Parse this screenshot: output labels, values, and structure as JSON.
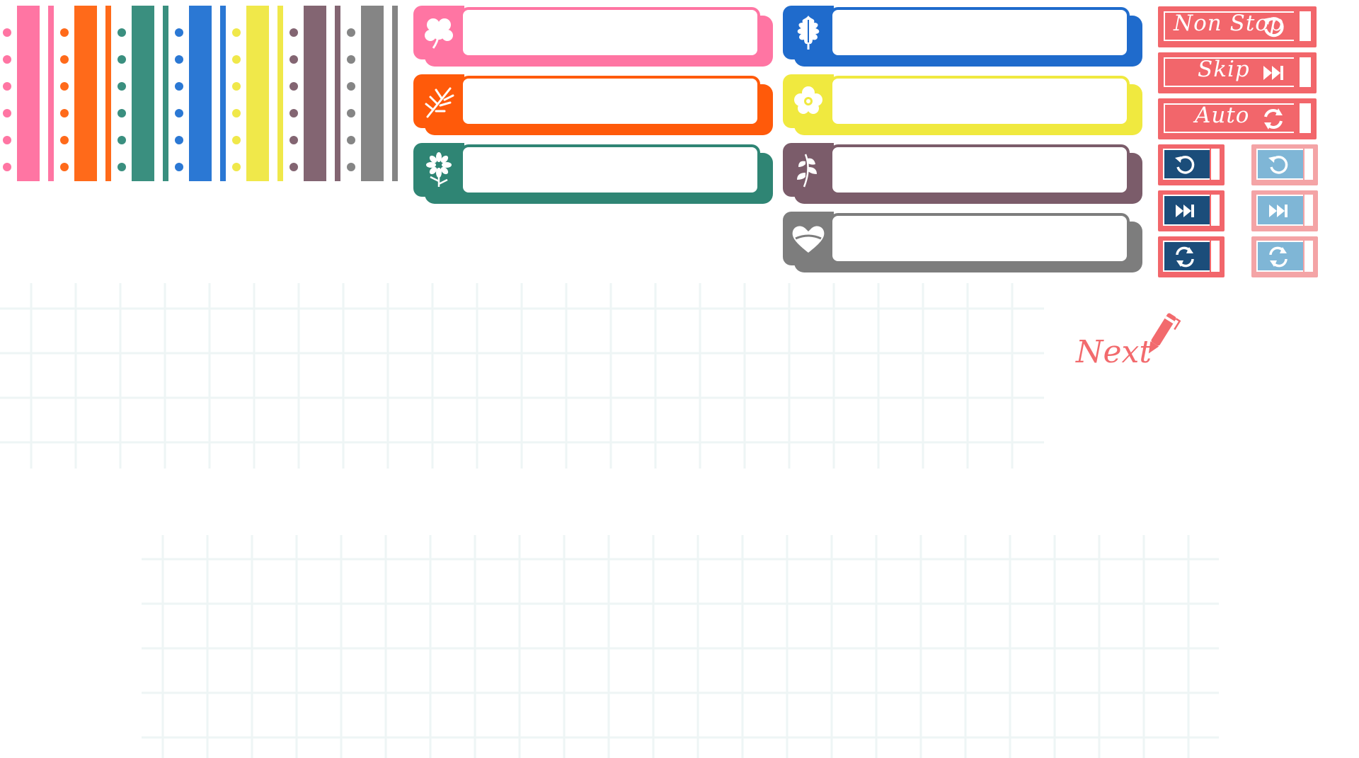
{
  "colors": {
    "pink": "#ff75a3",
    "orange": "#ff6a1a",
    "teal": "#3a8f7f",
    "blue": "#2b78d4",
    "yellow": "#f0e84a",
    "mauve": "#836572",
    "gray": "#858585",
    "coral": "#f2666b",
    "navy": "#1b4d7a",
    "pale_blue": "#7fb6d6",
    "grid": "#eef5f5"
  },
  "stripes": [
    "pink",
    "orange",
    "teal",
    "blue",
    "yellow",
    "mauve",
    "gray"
  ],
  "nameboxes": [
    {
      "color": "pink",
      "icon": "clover-icon"
    },
    {
      "color": "orange",
      "icon": "fern-leaf-icon"
    },
    {
      "color": "teal",
      "icon": "daisy-flower-icon"
    },
    {
      "color": "blue",
      "icon": "oak-leaf-icon"
    },
    {
      "color": "yellow",
      "icon": "rose-flower-icon"
    },
    {
      "color": "mauve",
      "icon": "bluebell-flower-icon"
    },
    {
      "color": "gray",
      "icon": "heart-icon"
    }
  ],
  "controls": {
    "nonstop_label": "Non Stop",
    "skip_label": "Skip",
    "auto_label": "Auto"
  },
  "next_label": "Next"
}
